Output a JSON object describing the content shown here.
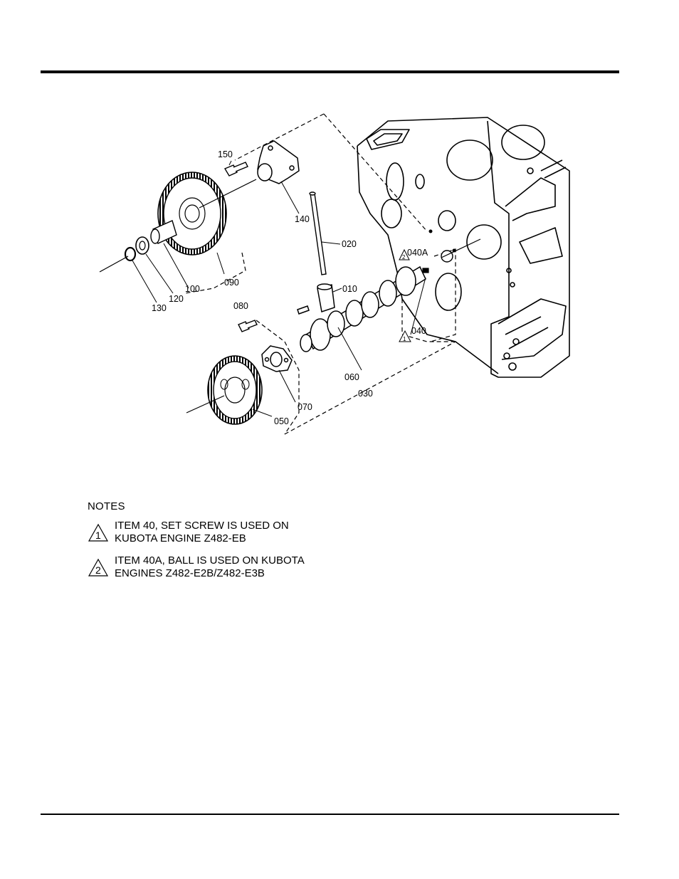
{
  "diagram": {
    "callouts": {
      "p150": "150",
      "p140": "140",
      "p020": "020",
      "p040a": "040A",
      "p010": "010",
      "p040": "040",
      "p080": "080",
      "p090": "090",
      "p100": "100",
      "p120": "120",
      "p130": "130",
      "p060": "060",
      "p030": "030",
      "p070": "070",
      "p050": "050"
    },
    "flags": {
      "flag1": "1",
      "flag2": "2"
    }
  },
  "notes": {
    "title": "NOTES",
    "items": [
      {
        "number": "1",
        "line1": "ITEM 40, SET SCREW IS USED ON",
        "line2": "KUBOTA ENGINE Z482-EB"
      },
      {
        "number": "2",
        "line1": "ITEM 40A, BALL IS USED ON KUBOTA",
        "line2": "ENGINES Z482-E2B/Z482-E3B"
      }
    ]
  }
}
